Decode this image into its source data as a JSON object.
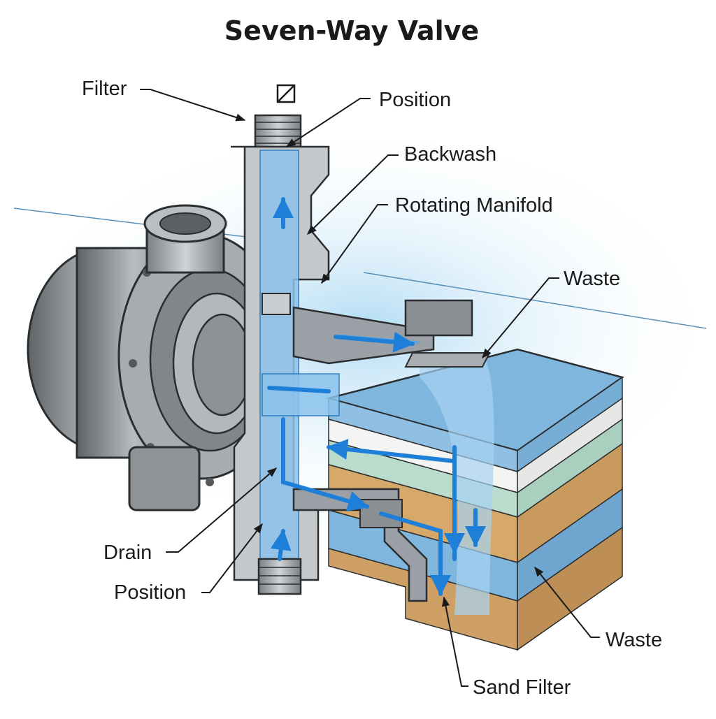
{
  "title": "Seven-Way Valve",
  "labels": {
    "filter": "Filter",
    "position_top": "Position",
    "backwash": "Backwash",
    "rotating_manifold": "Rotating Manifold",
    "waste_top": "Waste",
    "drain": "Drain",
    "position_bottom": "Position",
    "waste_bottom": "Waste",
    "sand_filter": "Sand Filter"
  },
  "colors": {
    "metal": "#9aa0a5",
    "water": "#8cc3ec",
    "flow_arrow": "#1e7fd8",
    "sand": "#d6a86a",
    "gravel_blue": "#7fb6dd",
    "layer_green": "#b9dccd",
    "layer_white": "#f4f4f2",
    "glow": "#bfe3f7"
  },
  "icons": {
    "top_symbol": "square-slash-icon",
    "flow_direction": "arrow-icon"
  }
}
